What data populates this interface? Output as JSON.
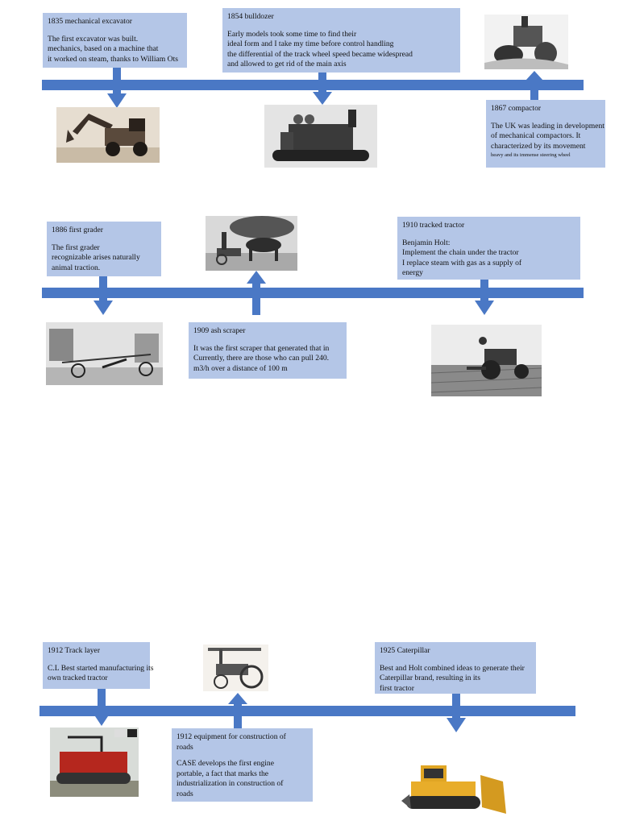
{
  "events": [
    {
      "id": "e1835",
      "title": "1835 mechanical excavator",
      "lines": [
        "The first excavator was built.",
        "mechanics, based on a machine that",
        "it worked on steam, thanks to William Ots"
      ]
    },
    {
      "id": "e1854",
      "title": "1854 bulldozer",
      "lines": [
        "Early models took some time to find their",
        "ideal form and I take my time before control handling",
        "the differential of the track wheel speed became widespread",
        "and allowed to get rid of the main axis"
      ]
    },
    {
      "id": "e1867",
      "title": "1867 compactor",
      "lines": [
        "The UK was leading in development",
        "of mechanical compactors. It",
        "characterized by its movement"
      ],
      "small_line": "heavy and its immense steering wheel"
    },
    {
      "id": "e1886",
      "title": "1886 first grader",
      "lines": [
        "The first grader",
        "recognizable arises naturally",
        "animal traction."
      ]
    },
    {
      "id": "e1909",
      "title": "1909 ash scraper",
      "lines": [
        "It was the first scraper that generated that in",
        "Currently, there are those who can pull 240.",
        "m3/h over a distance of 100 m"
      ]
    },
    {
      "id": "e1910",
      "title": "1910 tracked tractor",
      "lines": [
        "Benjamin Holt:",
        "Implement the chain under the tractor",
        "I replace steam with gas as a supply of",
        "energy"
      ]
    },
    {
      "id": "e1912a",
      "title": "1912 Track layer",
      "lines": [
        "C.L Best started manufacturing its",
        "own tracked tractor"
      ]
    },
    {
      "id": "e1912b",
      "title_lines": [
        "1912 equipment for construction of",
        "roads"
      ],
      "lines": [
        "CASE develops the first engine",
        "portable, a fact that marks the",
        "industrialization in construction of",
        "roads"
      ]
    },
    {
      "id": "e1925",
      "title": "1925 Caterpillar",
      "lines": [
        "Best and Holt combined ideas to generate their",
        "Caterpillar brand, resulting in its",
        "first tractor"
      ]
    }
  ],
  "colors": {
    "timeline": "#4a78c5",
    "box": "#b4c6e7"
  }
}
